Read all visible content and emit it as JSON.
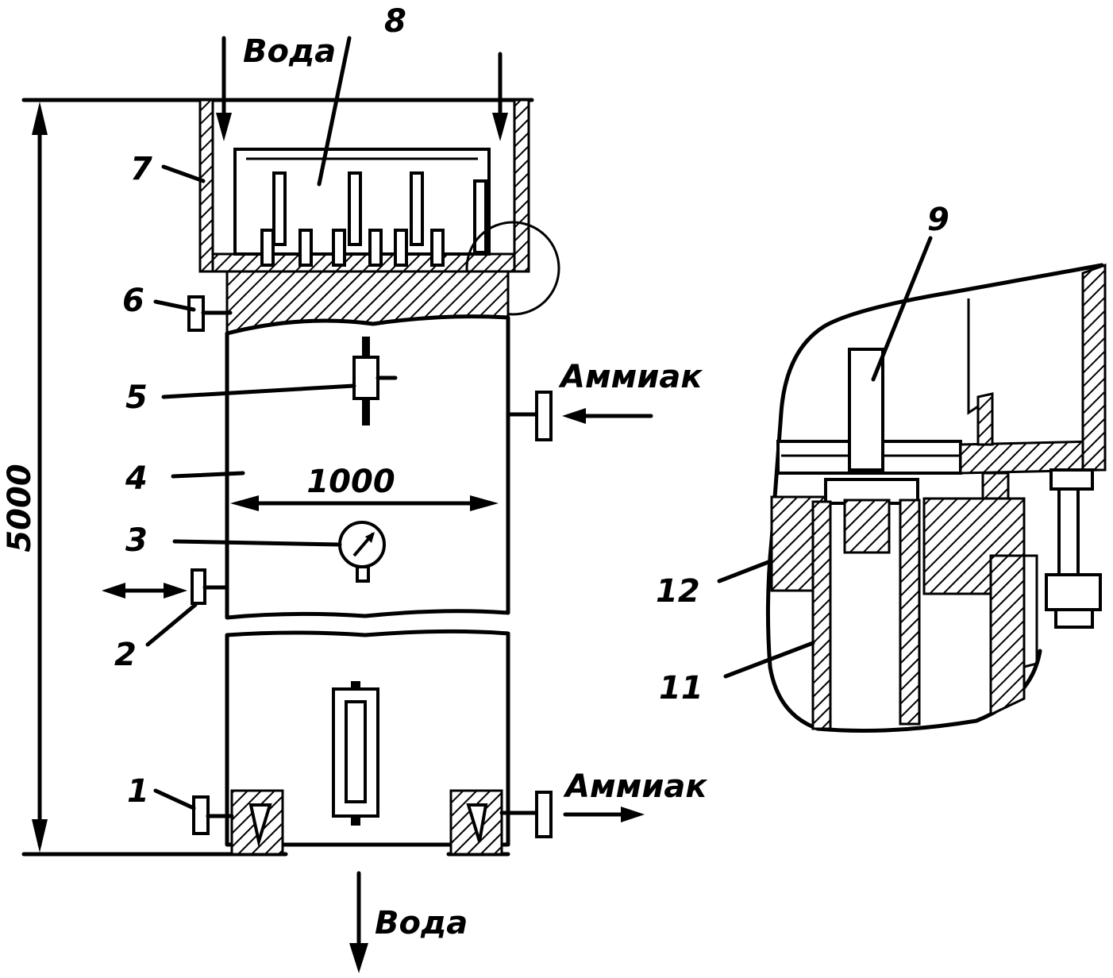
{
  "labels": {
    "water_in": "Вода",
    "water_out": "Вода",
    "ammonia_in": "Аммиак",
    "ammonia_out": "Аммиак",
    "height_dim": "5000",
    "width_dim": "1000",
    "n1": "1",
    "n2": "2",
    "n3": "3",
    "n4": "4",
    "n5": "5",
    "n6": "6",
    "n7": "7",
    "n8": "8",
    "n9": "9",
    "n11": "11",
    "n12": "12"
  }
}
